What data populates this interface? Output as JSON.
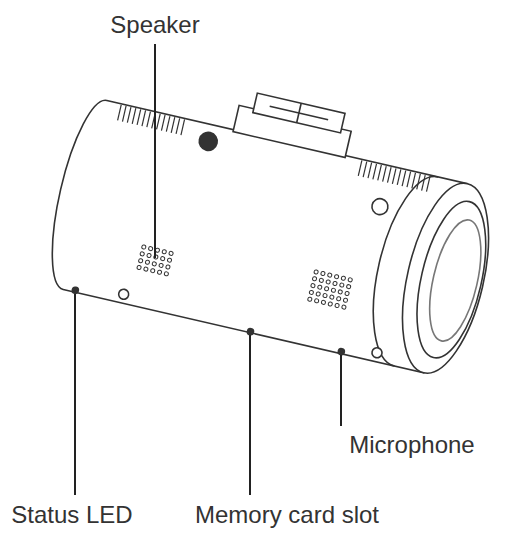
{
  "diagram": {
    "labels": [
      "Speaker",
      "Status LED",
      "Memory card slot",
      "Microphone"
    ]
  }
}
